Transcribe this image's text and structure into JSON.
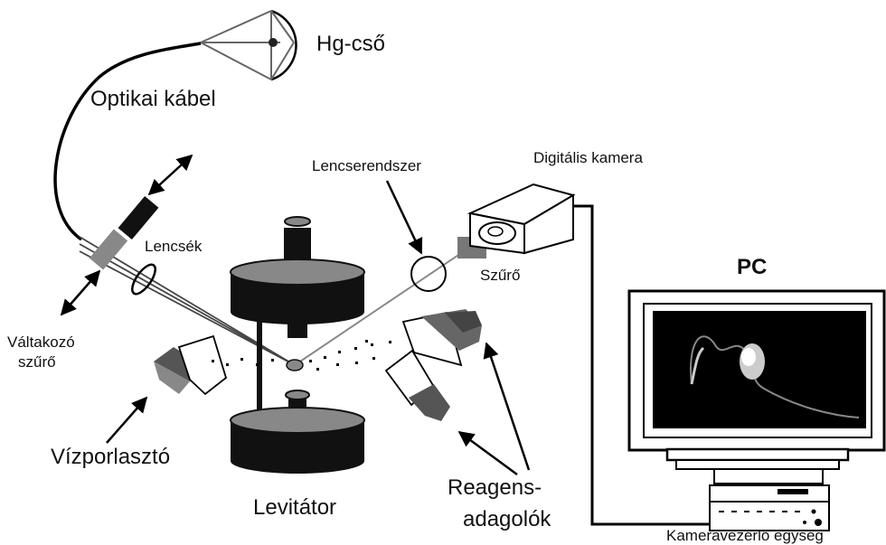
{
  "labels": {
    "hg_tube": "Hg-cső",
    "optical_cable": "Optikai kábel",
    "lens_system": "Lencserendszer",
    "digital_camera": "Digitális kamera",
    "lenses": "Lencsék",
    "filter": "Szűrő",
    "alternating_filter_1": "Váltakozó",
    "alternating_filter_2": "szűrő",
    "pc": "PC",
    "water_atomizer": "Vízporlasztó",
    "levitator": "Levitátor",
    "reagent_dispensers_1": "Reagens-",
    "reagent_dispensers_2": "adagolók",
    "camera_controller": "Kameravezérlő egység"
  }
}
